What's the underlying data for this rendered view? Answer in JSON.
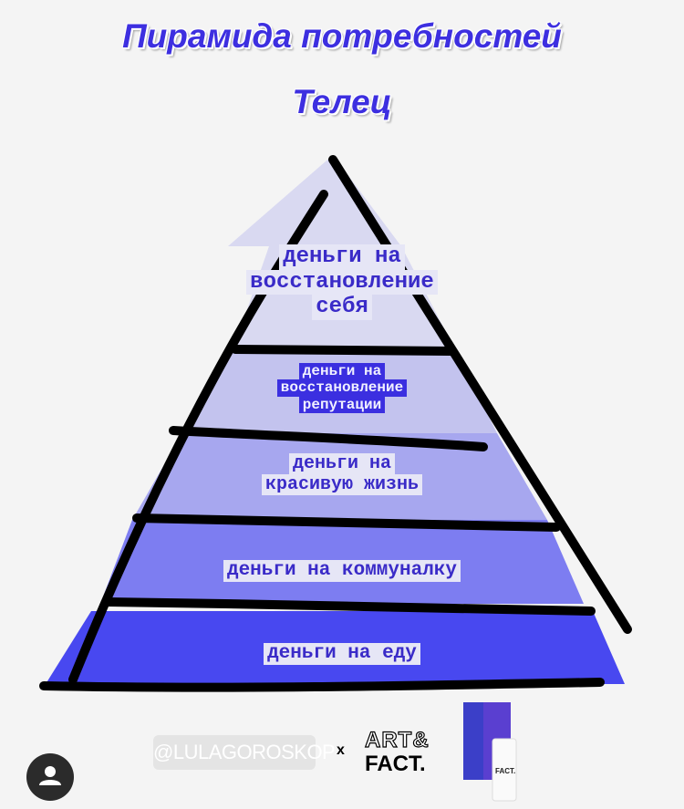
{
  "title": "Пирамида потребностей",
  "subtitle": "Телец",
  "levels": [
    {
      "lines": [
        "деньги на",
        "восстановление",
        "себя"
      ],
      "color": "#d9d9f1"
    },
    {
      "lines": [
        "деньги на",
        "восстановление",
        "репутации"
      ],
      "color": "#c3c3ee"
    },
    {
      "lines": [
        "деньги на",
        "красивую жизнь"
      ],
      "color": "#a7a7ef"
    },
    {
      "lines": [
        "деньги на коммуналку"
      ],
      "color": "#7d7df1"
    },
    {
      "lines": [
        "деньги на еду"
      ],
      "color": "#4848f0"
    }
  ],
  "footer": {
    "handle": "@LULAGOROSKOP",
    "separator": "x",
    "brand_top": "ART&",
    "brand_bottom": "FACT.",
    "product_label": "FACT."
  }
}
